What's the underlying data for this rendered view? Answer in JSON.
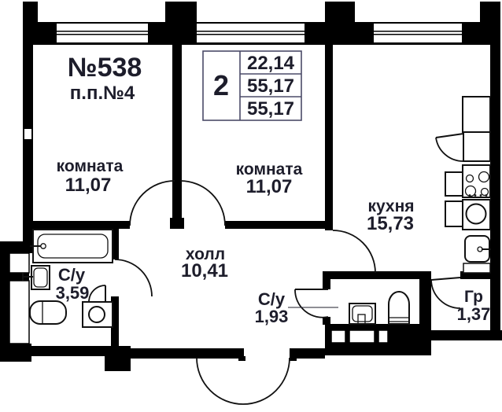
{
  "plan": {
    "apartment_number": "№538",
    "plan_code": "п.п.№4",
    "info_box": {
      "rooms_count": "2",
      "living_area": "22,14",
      "area_mid": "55,17",
      "total_area": "55,17"
    },
    "rooms": [
      {
        "name": "room-1",
        "label": "комната",
        "area": "11,07"
      },
      {
        "name": "room-2",
        "label": "комната",
        "area": "11,07"
      },
      {
        "name": "kitchen",
        "label": "кухня",
        "area": "15,73"
      },
      {
        "name": "hall",
        "label": "холл",
        "area": "10,41"
      },
      {
        "name": "bathroom-large",
        "label": "С/у",
        "area": "3,59"
      },
      {
        "name": "bathroom-small",
        "label": "С/у",
        "area": "1,93"
      },
      {
        "name": "wardrobe",
        "label": "Гр",
        "area": "1,37"
      }
    ],
    "colors": {
      "wall": "#000000",
      "text": "#1d1d2b",
      "info_border": "#4b4b68"
    }
  }
}
